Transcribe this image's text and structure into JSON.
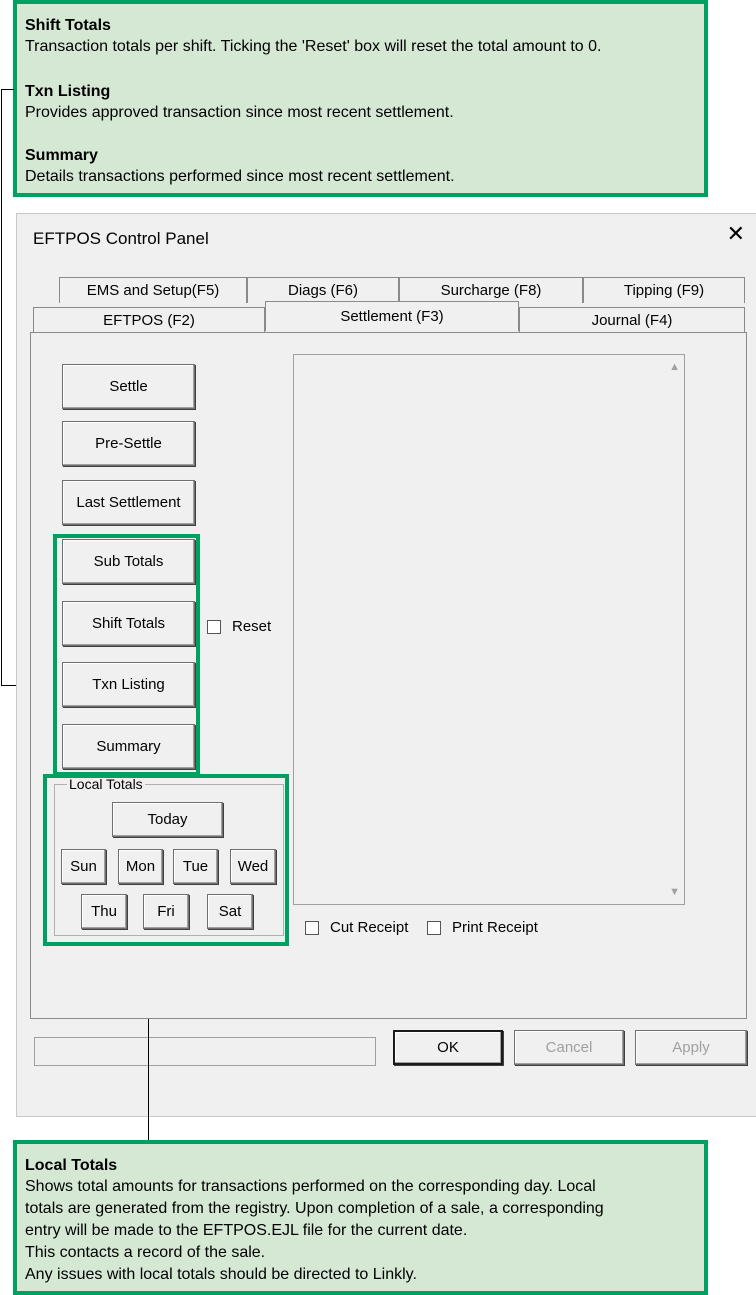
{
  "callout_top": {
    "items": [
      {
        "heading": "Shift Totals",
        "text": "Transaction totals per shift. Ticking the 'Reset' box will reset the total amount to 0."
      },
      {
        "heading": "Txn Listing",
        "text": "Provides approved transaction since most recent settlement."
      },
      {
        "heading": "Summary",
        "text": "Details transactions performed since most recent settlement."
      }
    ]
  },
  "window": {
    "title": "EFTPOS Control Panel",
    "close_glyph": "✕"
  },
  "tabs_row1": [
    {
      "label": "EMS and Setup(F5)"
    },
    {
      "label": "Diags (F6)"
    },
    {
      "label": "Surcharge (F8)"
    },
    {
      "label": "Tipping (F9)"
    }
  ],
  "tabs_row2": [
    {
      "label": "EFTPOS (F2)"
    },
    {
      "label": "Settlement (F3)"
    },
    {
      "label": "Journal (F4)"
    }
  ],
  "buttons": {
    "settle": "Settle",
    "pre_settle": "Pre-Settle",
    "last_settlement": "Last Settlement",
    "sub_totals": "Sub Totals",
    "shift_totals": "Shift Totals",
    "txn_listing": "Txn Listing",
    "summary": "Summary"
  },
  "reset_label": "Reset",
  "local_totals": {
    "title": "Local Totals",
    "today": "Today",
    "days_row1": [
      "Sun",
      "Mon",
      "Tue",
      "Wed"
    ],
    "days_row2": [
      "Thu",
      "Fri",
      "Sat"
    ]
  },
  "receipt": {
    "cut": "Cut Receipt",
    "print": "Print Receipt"
  },
  "scroll": {
    "up": "▲",
    "down": "▼"
  },
  "footer": {
    "ok": "OK",
    "cancel": "Cancel",
    "apply": "Apply"
  },
  "callout_bottom": {
    "heading": "Local Totals",
    "lines": [
      "Shows total amounts for transactions performed on the corresponding day. Local",
      "totals are generated from the registry. Upon completion of a sale, a corresponding",
      "entry will be made to the EFTPOS.EJL file for the current date.",
      "This contacts a record of the sale.",
      "Any issues with local totals should be directed to Linkly."
    ]
  },
  "colors": {
    "accent": "#00a060",
    "callout_bg": "#d5e8d4",
    "window_bg": "#f0f0f0"
  }
}
